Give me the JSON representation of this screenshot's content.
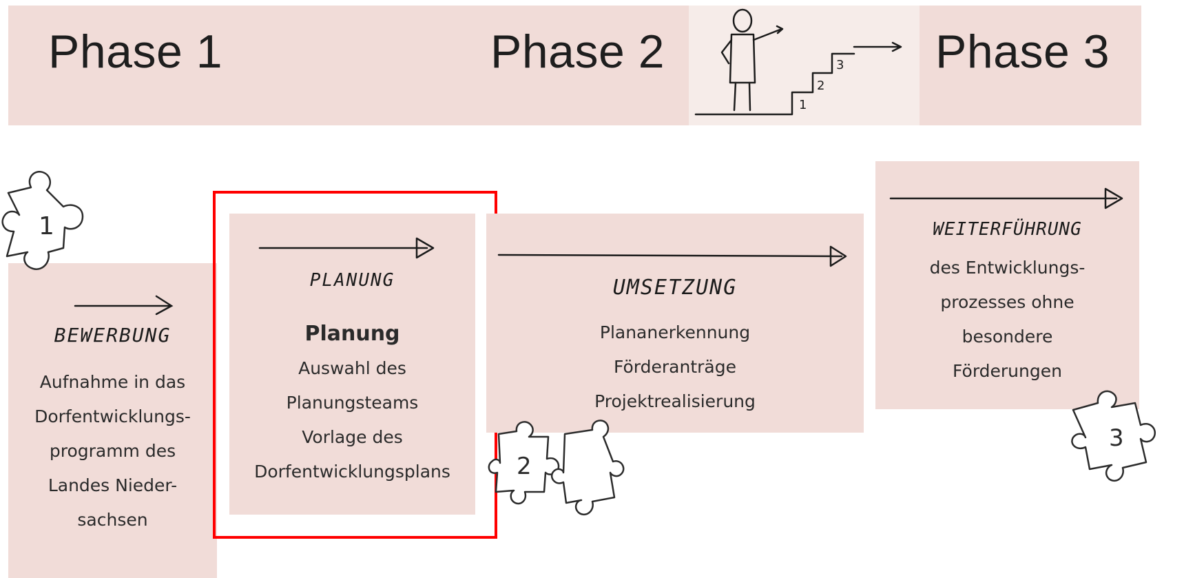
{
  "phases": [
    {
      "label": "Phase 1"
    },
    {
      "label": "Phase 2"
    },
    {
      "label": "Phase 3"
    }
  ],
  "stages": {
    "bewerbung": {
      "heading": "BEWERBUNG",
      "lines": [
        "Aufnahme in das",
        "Dorfentwicklungs-",
        "programm des",
        "Landes Nieder-",
        "sachsen"
      ]
    },
    "planung": {
      "heading": "PLANUNG",
      "bold": "Planung",
      "lines": [
        "Auswahl des",
        "Planungsteams",
        "Vorlage des",
        "Dorfentwicklungsplans"
      ]
    },
    "umsetzung": {
      "heading": "UMSETZUNG",
      "lines": [
        "Plananerkennung",
        "Förderanträge",
        "Projektrealisierung"
      ]
    },
    "weiterfuehrung": {
      "heading": "WEITERFÜHRUNG",
      "lines": [
        "des Entwicklungs-",
        "prozesses ohne",
        "besondere",
        "Förderungen"
      ]
    },
    "puzzle_numbers": [
      "1",
      "2",
      "3"
    ],
    "stair_numbers": [
      "1",
      "2",
      "3"
    ]
  },
  "colors": {
    "panel": "#f1dcd8",
    "highlight": "#ff0000",
    "ink": "#1b1b1b"
  }
}
